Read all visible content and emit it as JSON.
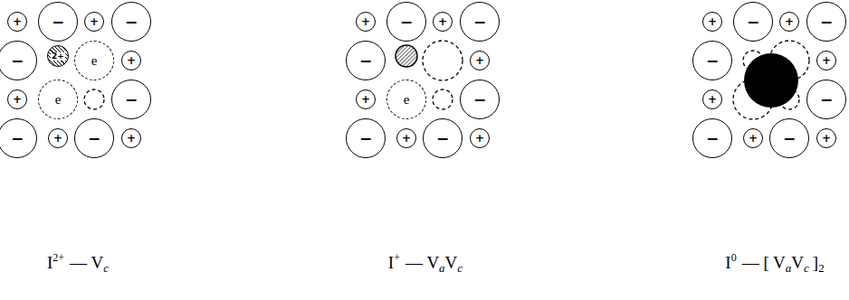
{
  "diagram": {
    "nodes": [
      {
        "text": [
          "+"
        ]
      },
      {
        "text": [
          "−"
        ]
      },
      {
        "text": [
          "+"
        ]
      },
      {
        "text": [
          "−"
        ]
      },
      {
        "text": [
          "−"
        ]
      },
      {
        "text": [
          "2+"
        ]
      },
      {
        "text": [
          "e"
        ]
      },
      {
        "text": [
          "+"
        ]
      },
      {
        "text": [
          "+"
        ]
      },
      {
        "text": [
          "e"
        ]
      },
      {
        "text": [
          "−"
        ]
      },
      {
        "text": [
          "−"
        ]
      },
      {
        "text": [
          "+"
        ]
      },
      {
        "text": [
          "−"
        ]
      },
      {
        "text": [
          "+"
        ]
      },
      {
        "text": [
          "+"
        ]
      },
      {
        "text": [
          "−"
        ]
      },
      {
        "text": [
          "+"
        ]
      },
      {
        "text": [
          "−"
        ]
      },
      {
        "text": [
          "−"
        ]
      },
      {
        "text": [
          "+"
        ]
      },
      {
        "text": [
          "+"
        ]
      },
      {
        "text": [
          "e"
        ]
      },
      {
        "text": [
          "−"
        ]
      },
      {
        "text": [
          "−"
        ]
      },
      {
        "text": [
          "+"
        ]
      },
      {
        "text": [
          "−"
        ]
      },
      {
        "text": [
          "+"
        ]
      },
      {
        "text": [
          "+"
        ]
      },
      {
        "text": [
          "−"
        ]
      },
      {
        "text": [
          "+"
        ]
      },
      {
        "text": [
          "−"
        ]
      },
      {
        "text": [
          "−"
        ]
      },
      {
        "text": [
          "+"
        ]
      },
      {
        "text": [
          "+"
        ]
      },
      {
        "text": [
          "−"
        ]
      },
      {
        "text": [
          "−"
        ]
      },
      {
        "text": [
          "+"
        ]
      },
      {
        "text": [
          "−"
        ]
      },
      {
        "text": [
          "+"
        ]
      }
    ],
    "labels": [
      "I",
      "2+",
      "— V",
      "c",
      "I",
      "+",
      "— V",
      "a",
      "V",
      "c",
      "I",
      "0",
      "— [ V",
      "a",
      "V",
      "c",
      "]",
      "2"
    ]
  }
}
